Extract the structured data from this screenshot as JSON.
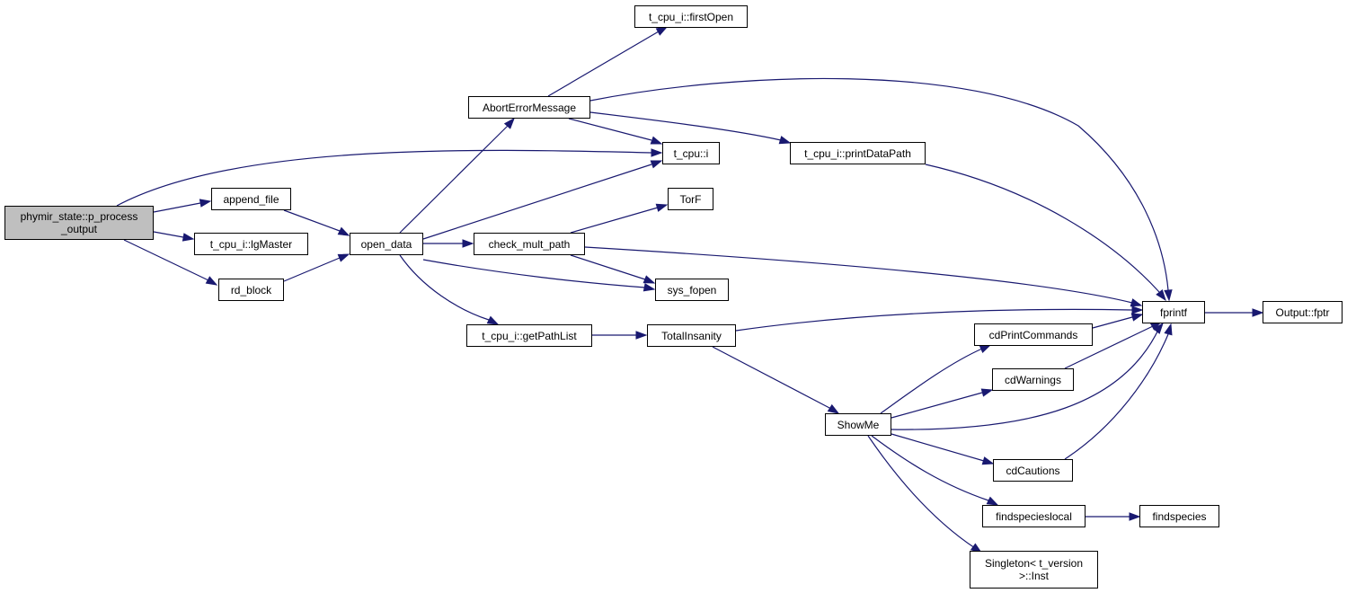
{
  "colors": {
    "edge": "#191970",
    "node_border": "#000000",
    "node_fill": "#ffffff",
    "root_fill": "#bfbfbf"
  },
  "nodes": {
    "root": [
      "phymir_state::p_process",
      "_output"
    ],
    "append_file": [
      "append_file"
    ],
    "lgmaster": [
      "t_cpu_i::lgMaster"
    ],
    "rd_block": [
      "rd_block"
    ],
    "open_data": [
      "open_data"
    ],
    "abort": [
      "AbortErrorMessage"
    ],
    "firstopen": [
      "t_cpu_i::firstOpen"
    ],
    "tcpu_i": [
      "t_cpu::i"
    ],
    "printdatapath": [
      "t_cpu_i::printDataPath"
    ],
    "torf": [
      "TorF"
    ],
    "check_mult_path": [
      "check_mult_path"
    ],
    "sys_fopen": [
      "sys_fopen"
    ],
    "getpathlist": [
      "t_cpu_i::getPathList"
    ],
    "totalinsanity": [
      "TotalInsanity"
    ],
    "fprintf": [
      "fprintf"
    ],
    "output_fptr": [
      "Output::fptr"
    ],
    "cdprintcommands": [
      "cdPrintCommands"
    ],
    "cdwarnings": [
      "cdWarnings"
    ],
    "showme": [
      "ShowMe"
    ],
    "cdcautions": [
      "cdCautions"
    ],
    "findspecieslocal": [
      "findspecieslocal"
    ],
    "findspecies": [
      "findspecies"
    ],
    "singleton": [
      "Singleton< t_version",
      ">::Inst"
    ]
  }
}
